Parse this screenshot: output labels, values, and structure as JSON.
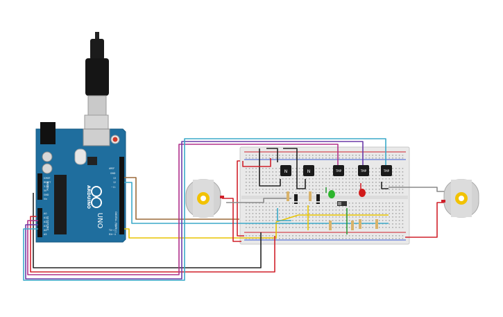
{
  "arduino": {
    "brand_text": "ARDUINO",
    "model_text": "UNO",
    "digital_header_text": "DIGITAL (PWM~)",
    "power_header_text": "POWER",
    "analog_header_text": "ANALOG IN",
    "aref_text": "AREF",
    "gnd_text": "GND",
    "pin_13_text": "13",
    "pin_12_text": "12",
    "pin_11_text": "~11",
    "pin_7_text": "7",
    "tx_text": "TX→ 1",
    "rx_text": "RX← 0",
    "ioref_text": "IOREF",
    "reset_text": "RESET",
    "v33_text": "3.3V",
    "v5_text": "5V",
    "gnd_power_text": "GND",
    "vin_text": "Vin",
    "a0_text": "A0",
    "a1_text": "A1",
    "a2_text": "A2",
    "a3_text": "A3",
    "a4_text": "A4",
    "a5_text": "A5"
  },
  "components": {
    "npn_label_1": "N",
    "npn_label_2": "N",
    "pnp_label_1": "TMP",
    "pnp_label_2": "TMP",
    "pnp_label_3": "TMP"
  },
  "colors": {
    "arduino_board": "#1f6e9e",
    "breadboard": "#e9e9e9",
    "wire_red": "#d0202a",
    "wire_black": "#222222",
    "wire_yellow": "#e8c400",
    "wire_cyan": "#3aa9c9",
    "wire_magenta": "#b0308a",
    "wire_purple": "#6b3aa8",
    "wire_brown": "#9b6a3a",
    "wire_gray": "#8a8a8a",
    "wire_green": "#2f9a3a",
    "motor_yellow": "#f2c200",
    "led_green": "#2db52d",
    "led_red": "#d11a1a"
  }
}
